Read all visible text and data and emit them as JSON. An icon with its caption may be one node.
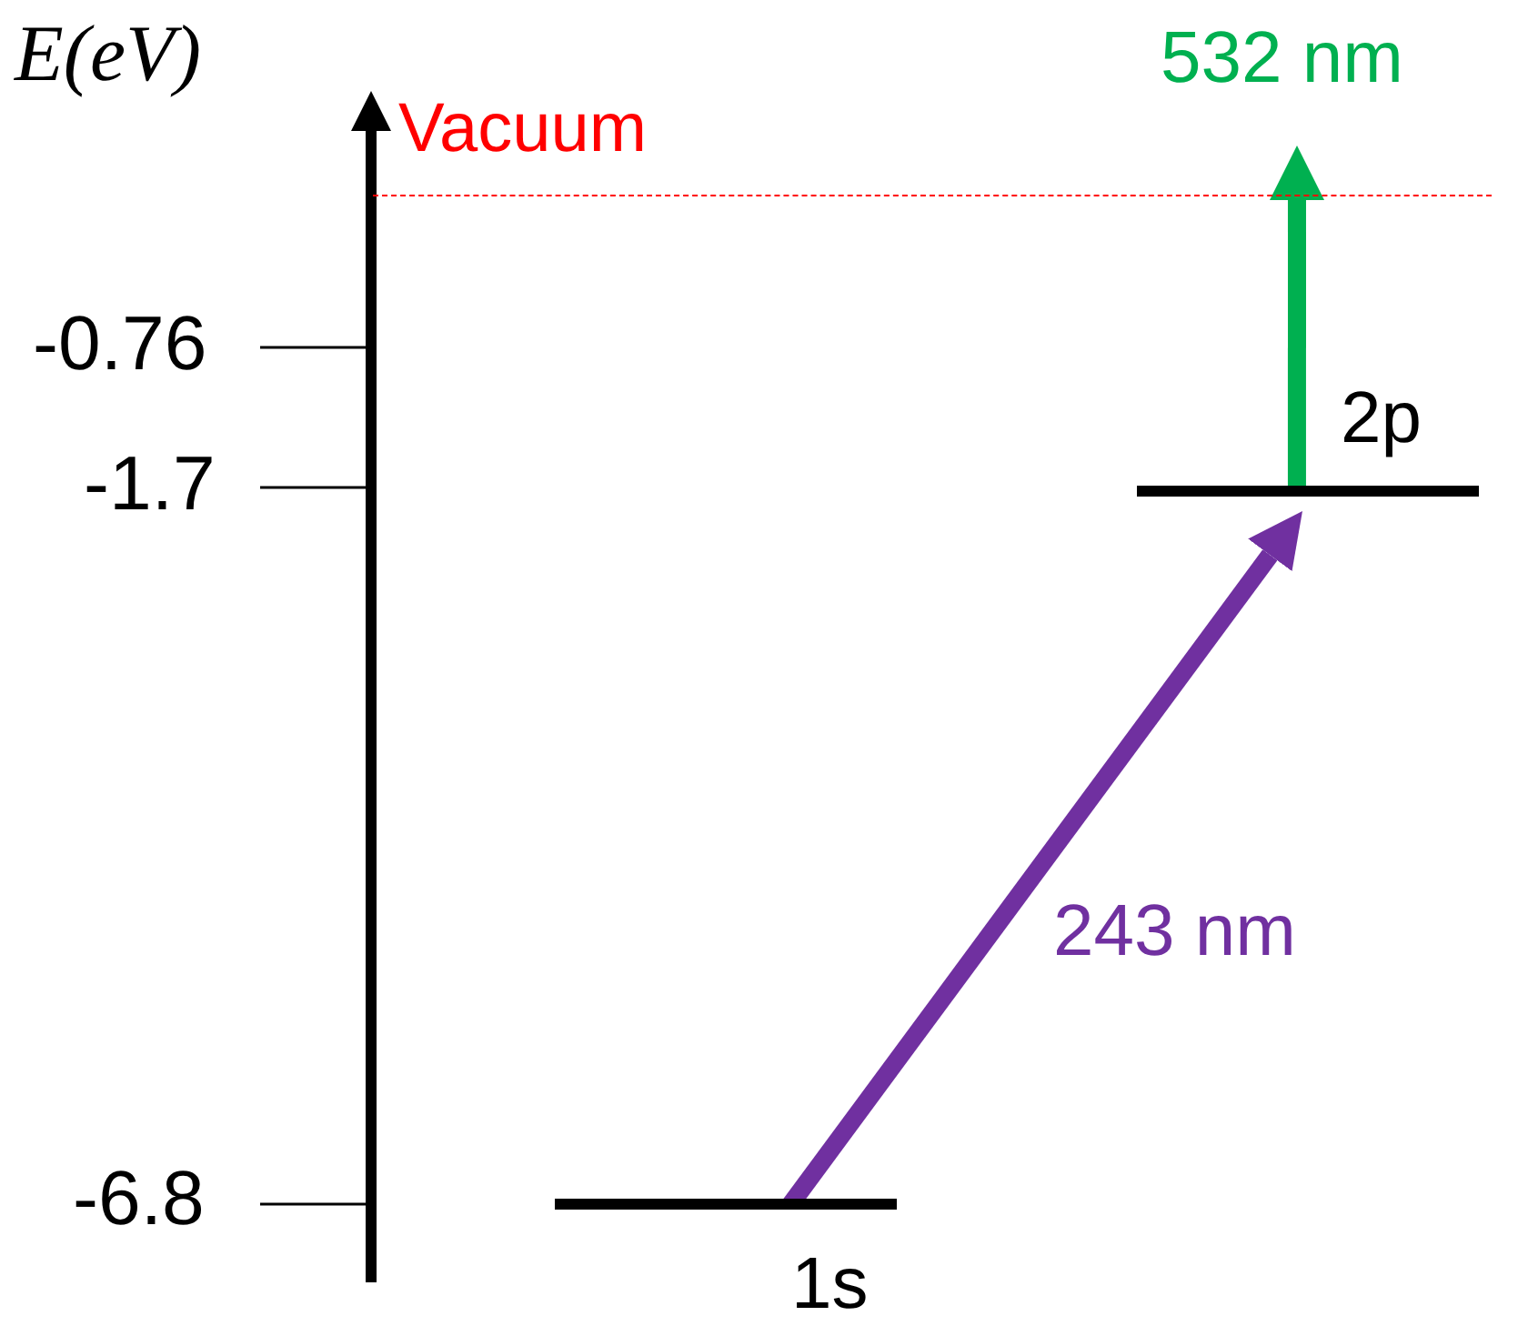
{
  "diagram": {
    "nodes": [
      {
        "text": [
          "1s"
        ]
      },
      {
        "text": [
          "2p"
        ]
      },
      {
        "text": [
          "Vacuum"
        ]
      }
    ],
    "edges": [
      {
        "from": 0,
        "to": 1,
        "arrow": "to",
        "label": "243 nm",
        "color": "#7030a0"
      },
      {
        "from": 1,
        "to": 2,
        "arrow": "to",
        "label": "532 nm",
        "color": "#00b050"
      }
    ],
    "labels": [
      "E(eV)",
      "-0.76",
      "-1.7",
      "-6.8"
    ]
  }
}
